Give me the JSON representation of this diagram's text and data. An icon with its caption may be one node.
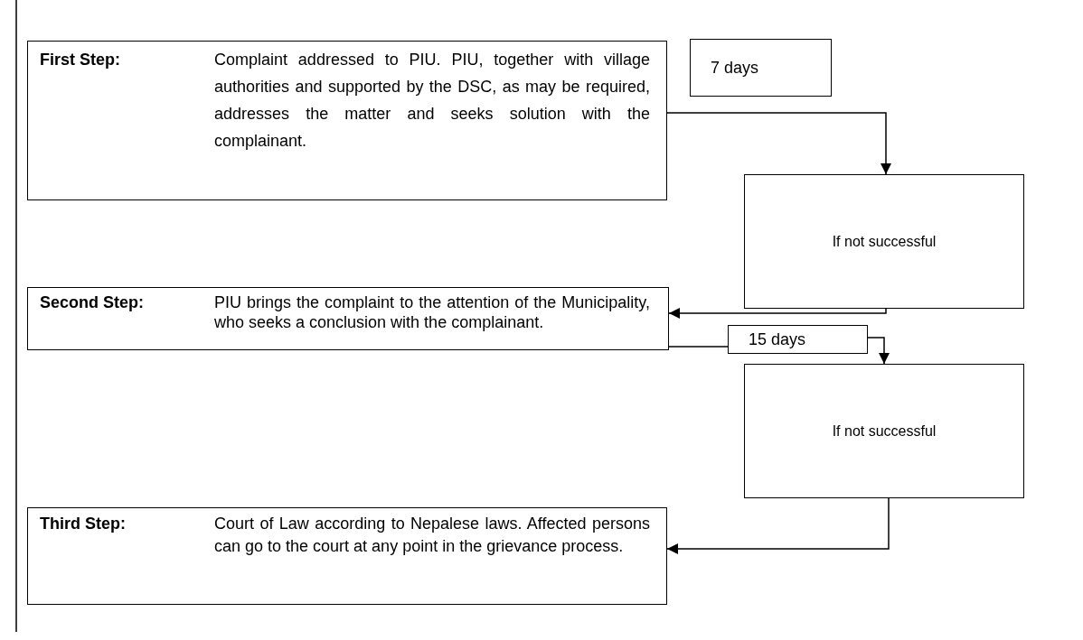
{
  "diagram": {
    "nodes": [
      {
        "text": [
          "First Step:",
          "Complaint addressed to PIU. PIU, together with village authorities and supported by the DSC, as may be required, addresses the matter and seeks solution with the complainant."
        ]
      },
      {
        "text": [
          "7 days"
        ]
      },
      {
        "text": [
          "If not successful"
        ]
      },
      {
        "text": [
          "Second Step:",
          "PIU brings the complaint to the attention of the Municipality, who seeks a conclusion with the complainant."
        ]
      },
      {
        "text": [
          "15 days"
        ]
      },
      {
        "text": [
          "If not successful"
        ]
      },
      {
        "text": [
          "Third Step:",
          "Court of Law according to Nepalese laws. Affected persons can go to the court at any point in the grievance process."
        ]
      }
    ],
    "edges": [
      {
        "from": 0,
        "to": 2,
        "arrow": "to"
      },
      {
        "from": 2,
        "to": 3,
        "arrow": "to"
      },
      {
        "from": 3,
        "to": 4,
        "arrow": "none"
      },
      {
        "from": 4,
        "to": 5,
        "arrow": "to"
      },
      {
        "from": 5,
        "to": 6,
        "arrow": "to"
      }
    ]
  }
}
